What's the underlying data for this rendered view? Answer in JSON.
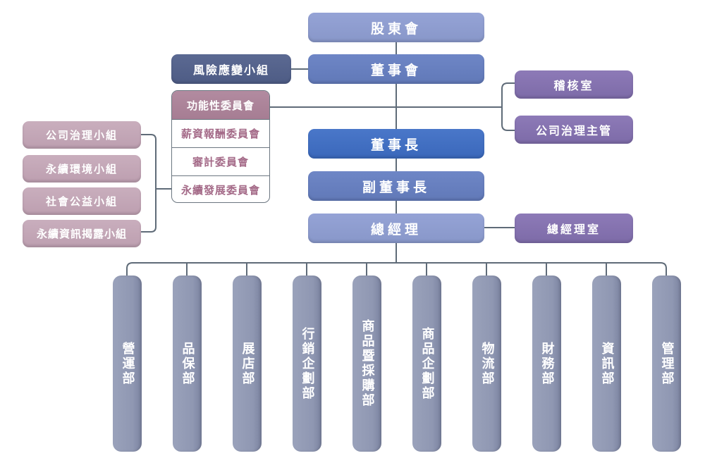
{
  "chart": {
    "top": {
      "shareholders": "股東會",
      "board": "董事會",
      "chairman": "董事長",
      "vice_chairman": "副董事長",
      "president": "總經理"
    },
    "risk_group": "風險應變小組",
    "committees": {
      "header": "功能性委員會",
      "items": [
        "薪資報酬委員會",
        "審計委員會",
        "永續發展委員會"
      ]
    },
    "sustainability_groups": [
      "公司治理小組",
      "永續環境小組",
      "社會公益小組",
      "永續資訊揭露小組"
    ],
    "right_units": {
      "audit": "稽核室",
      "governance_officer": "公司治理主管",
      "president_office": "總經理室"
    },
    "departments": [
      "營運部",
      "品保部",
      "展店部",
      "行銷企劃部",
      "商品暨採購部",
      "商品企劃部",
      "物流部",
      "財務部",
      "資訊部",
      "管理部"
    ],
    "colors": {
      "line": "#5f6b78",
      "top_light": "#95a3d6",
      "top_mid": "#6e86c6",
      "chairman": "#4a77c9",
      "risk": "#5b6992",
      "purple": "#8d7ab7",
      "pink": "#c9aebd",
      "committee_text": "#a46a88",
      "department": "#9aa2bb"
    }
  }
}
